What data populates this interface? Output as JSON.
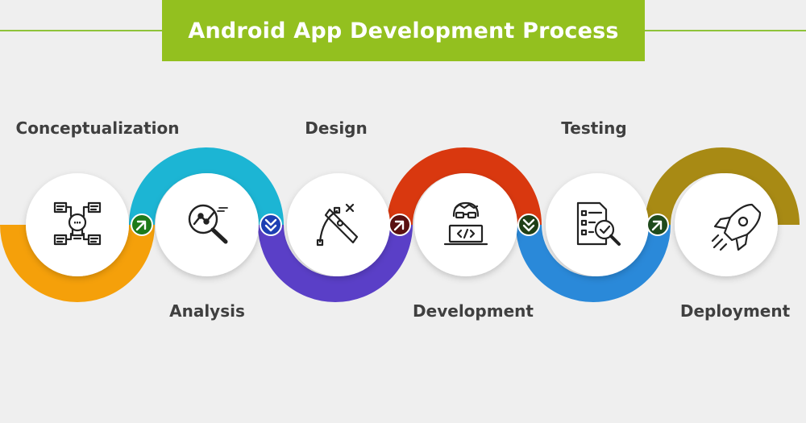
{
  "title": "Android App Development Process",
  "steps": [
    {
      "label": "Conceptualization",
      "icon": "idea-bulb-icon",
      "arc_color": "#f5a00a",
      "connector_color": "#1f7a1a",
      "connector_dir": "up"
    },
    {
      "label": "Analysis",
      "icon": "magnifier-chart-icon",
      "arc_color": "#1cb5d4",
      "connector_color": "#1d3fb3",
      "connector_dir": "down"
    },
    {
      "label": "Design",
      "icon": "pen-tool-icon",
      "arc_color": "#5a3fc7",
      "connector_color": "#5a1010",
      "connector_dir": "up"
    },
    {
      "label": "Development",
      "icon": "developer-laptop-icon",
      "arc_color": "#d9380f",
      "connector_color": "#1f3f16",
      "connector_dir": "down"
    },
    {
      "label": "Testing",
      "icon": "document-check-icon",
      "arc_color": "#2a89d9",
      "connector_color": "#1f4a1c",
      "connector_dir": "up"
    },
    {
      "label": "Deployment",
      "icon": "rocket-icon",
      "arc_color": "#a88a14"
    }
  ],
  "colors": {
    "title_bar": "#93c01f",
    "rule": "#8fc33a",
    "label": "#3f3f3f",
    "background": "#efefef"
  }
}
